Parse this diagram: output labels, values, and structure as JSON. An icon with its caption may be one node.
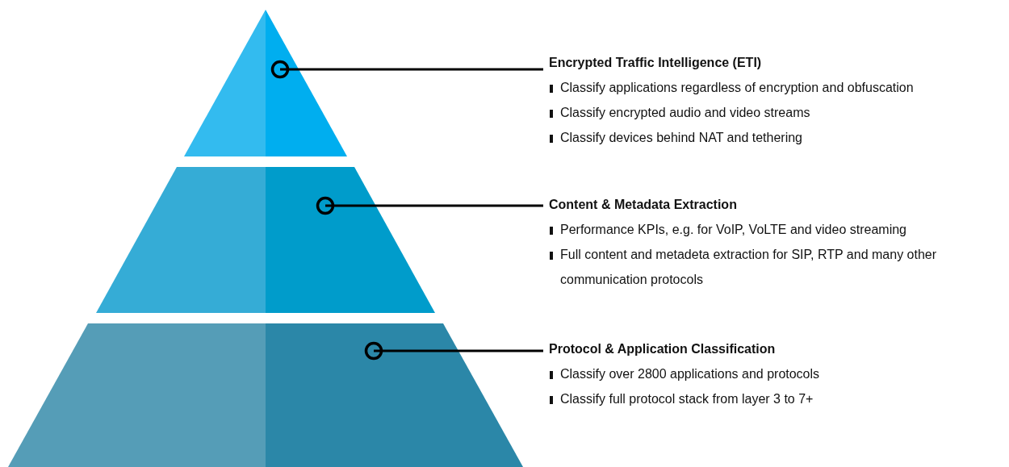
{
  "diagram": {
    "nodes": [
      {
        "text": [],
        "shape": "triangle"
      },
      {
        "text": [],
        "shape": "band"
      },
      {
        "text": [],
        "shape": "band"
      },
      {
        "text": [
          "Encrypted Traffic Intelligence (ETI)",
          "Classify applications regardless of encryption and obfuscation",
          "Classify encrypted audio and video streams",
          "Classify devices behind NAT and tethering"
        ]
      },
      {
        "text": [
          "Content & Metadata Extraction",
          "Performance KPIs, e.g. for VoIP, VoLTE and video streaming",
          "Full content and metadeta extraction for SIP, RTP and many other communication protocols"
        ]
      },
      {
        "text": [
          "Protocol & Application Classification",
          "Classify over 2800 applications and protocols",
          "Classify full protocol stack from layer 3 to 7+"
        ]
      }
    ],
    "edges": [
      {
        "from": 0,
        "to": 3,
        "arrow": "other"
      },
      {
        "from": 1,
        "to": 4,
        "arrow": "other"
      },
      {
        "from": 2,
        "to": 5,
        "arrow": "other"
      }
    ]
  }
}
